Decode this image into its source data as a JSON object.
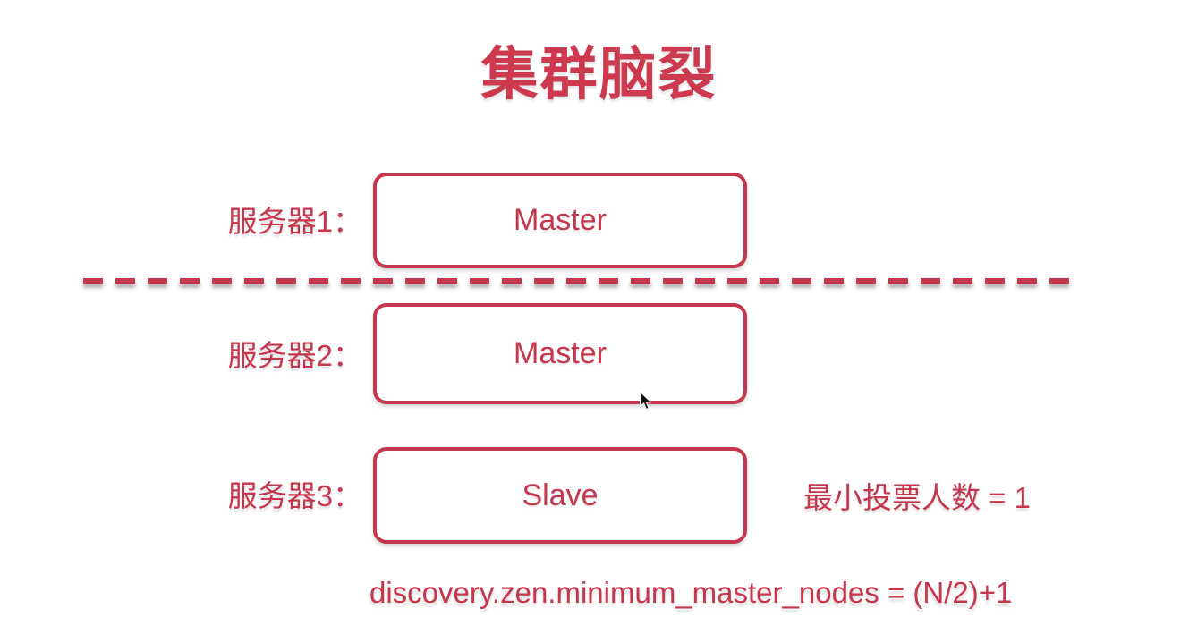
{
  "title": "集群脑裂",
  "colors": {
    "background": "#FFFFFF",
    "accent": "#C5374C",
    "title": "#CD3A4F"
  },
  "servers": [
    {
      "label": "服务器1：",
      "role": "Master"
    },
    {
      "label": "服务器2：",
      "role": "Master"
    },
    {
      "label": "服务器3：",
      "role": "Slave"
    }
  ],
  "annotation": "最小投票人数 = 1",
  "formula": "discovery.zen.minimum_master_nodes = (N/2)+1"
}
